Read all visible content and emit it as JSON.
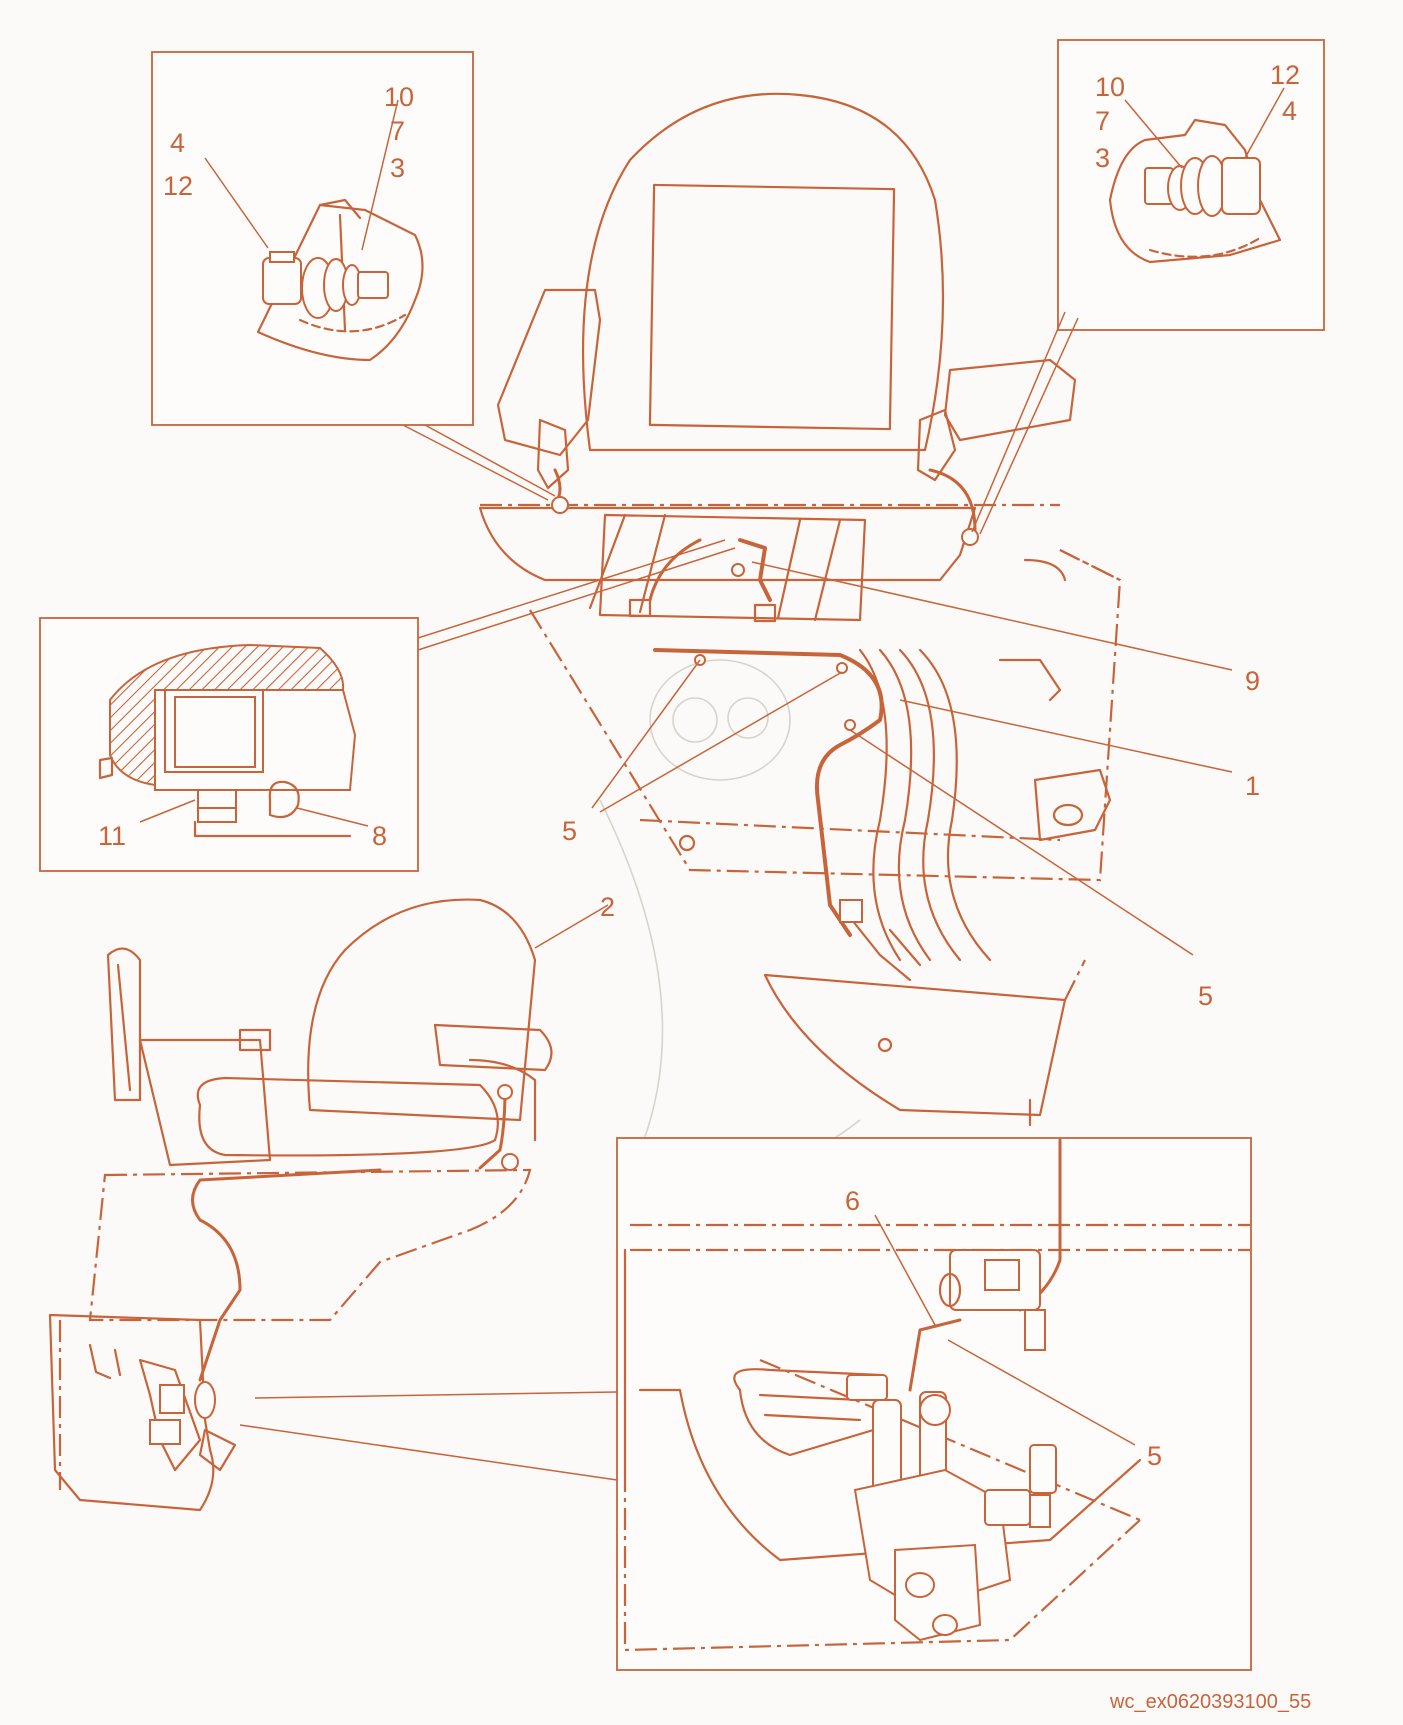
{
  "figure_code": "wc_ex0620393100_55",
  "callouts": {
    "tl_10": "10",
    "tl_7": "7",
    "tl_3": "3",
    "tl_4": "4",
    "tl_12": "12",
    "tr_10": "10",
    "tr_7": "7",
    "tr_3": "3",
    "tr_12": "12",
    "tr_4": "4",
    "main_9": "9",
    "main_1": "1",
    "main_5a": "5",
    "main_5b": "5",
    "ml_11": "11",
    "ml_8": "8",
    "side_2": "2",
    "br_6": "6",
    "br_5": "5"
  },
  "colors": {
    "line": "#c8643a",
    "background": "#fbfaf8",
    "watermark": "#d9d3cc"
  }
}
